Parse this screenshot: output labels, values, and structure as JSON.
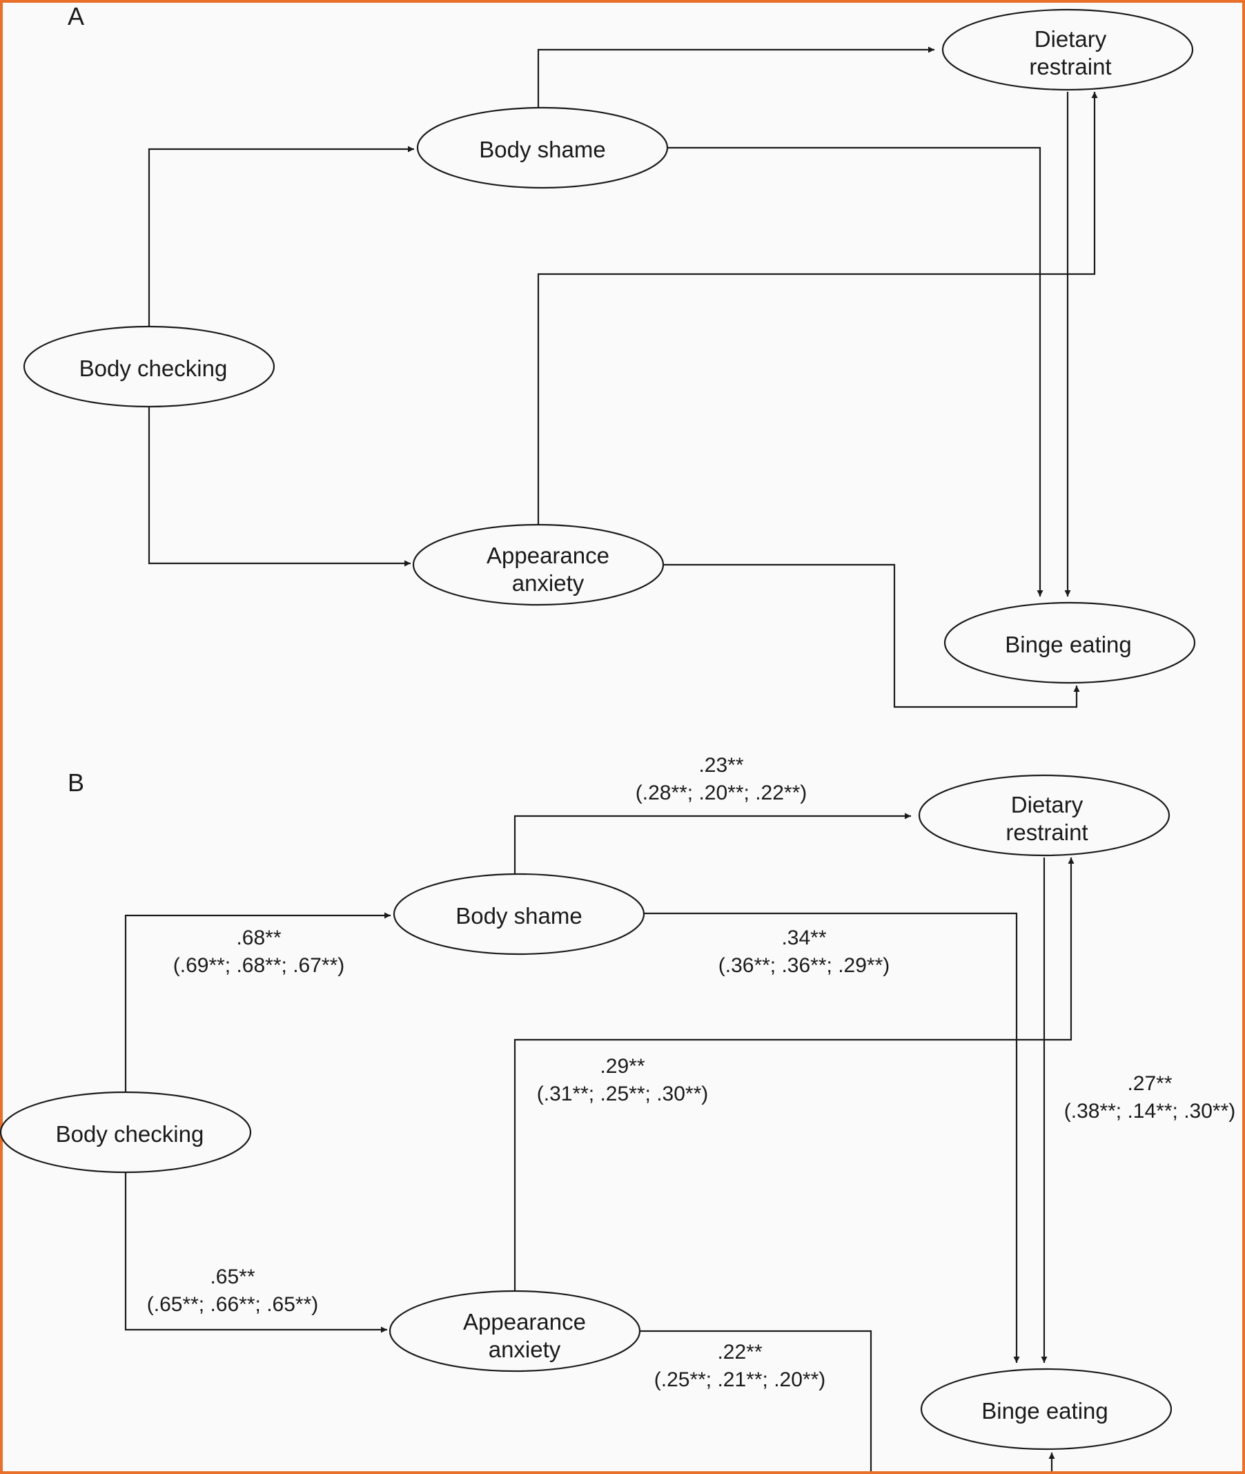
{
  "colors": {
    "frame": "#e8702a",
    "ink": "#1a1a1a",
    "background": "#fafafa"
  },
  "nodes": {
    "body_checking": "Body checking",
    "body_shame": "Body shame",
    "appearance_anxiety": [
      "Appearance",
      "anxiety"
    ],
    "dietary_restraint": [
      "Dietary",
      "restraint"
    ],
    "binge_eating": "Binge eating"
  },
  "panel_a": {
    "label": "A"
  },
  "panel_b": {
    "label": "B",
    "coefficients": {
      "shame_to_restraint": {
        "main": ".23**",
        "groups": "(.28**; .20**; .22**)"
      },
      "checking_to_shame": {
        "main": ".68**",
        "groups": "(.69**; .68**; .67**)"
      },
      "shame_to_binge": {
        "main": ".34**",
        "groups": "(.36**; .36**; .29**)"
      },
      "anxiety_to_restraint": {
        "main": ".29**",
        "groups": "(.31**; .25**; .30**)"
      },
      "restraint_to_binge": {
        "main": ".27**",
        "groups": "(.38**; .14**; .30**)"
      },
      "checking_to_anxiety": {
        "main": ".65**",
        "groups": "(.65**; .66**; .65**)"
      },
      "anxiety_to_binge": {
        "main": ".22**",
        "groups": "(.25**; .21**; .20**)"
      }
    }
  }
}
